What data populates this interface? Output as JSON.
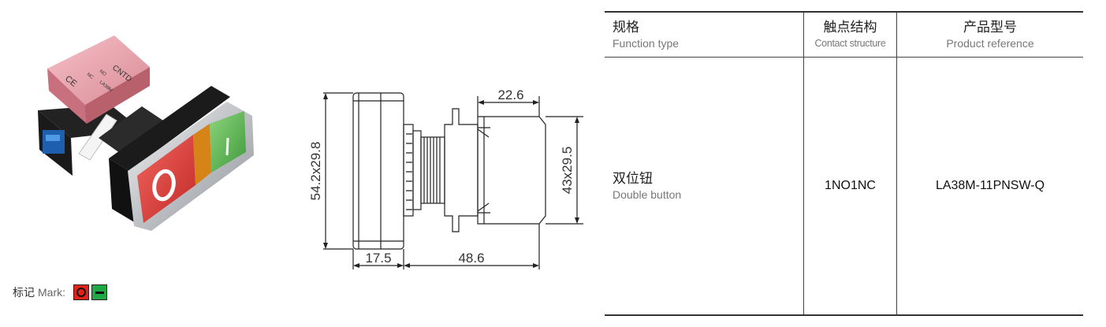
{
  "mark": {
    "label_cn": "标记",
    "label_en": "Mark:",
    "colors": {
      "red": "#e2231a",
      "green": "#1fa843"
    }
  },
  "product_photo": {
    "module_top_text": [
      "CNTD",
      "LA38M",
      "NO",
      "CE",
      "NC"
    ]
  },
  "drawing": {
    "dim_total_height": "54.2x29.8",
    "dim_module_height": "43x29.5",
    "dim_module_width": "22.6",
    "dim_head_depth": "17.5",
    "dim_body_length": "48.6"
  },
  "table": {
    "headers": [
      {
        "cn": "规格",
        "en": "Function type"
      },
      {
        "cn": "触点结构",
        "en": "Contact structure"
      },
      {
        "cn": "产品型号",
        "en": "Product reference"
      }
    ],
    "row": {
      "function_cn": "双位钮",
      "function_en": "Double button",
      "contact": "1NO1NC",
      "reference": "LA38M-11PNSW-Q"
    }
  }
}
